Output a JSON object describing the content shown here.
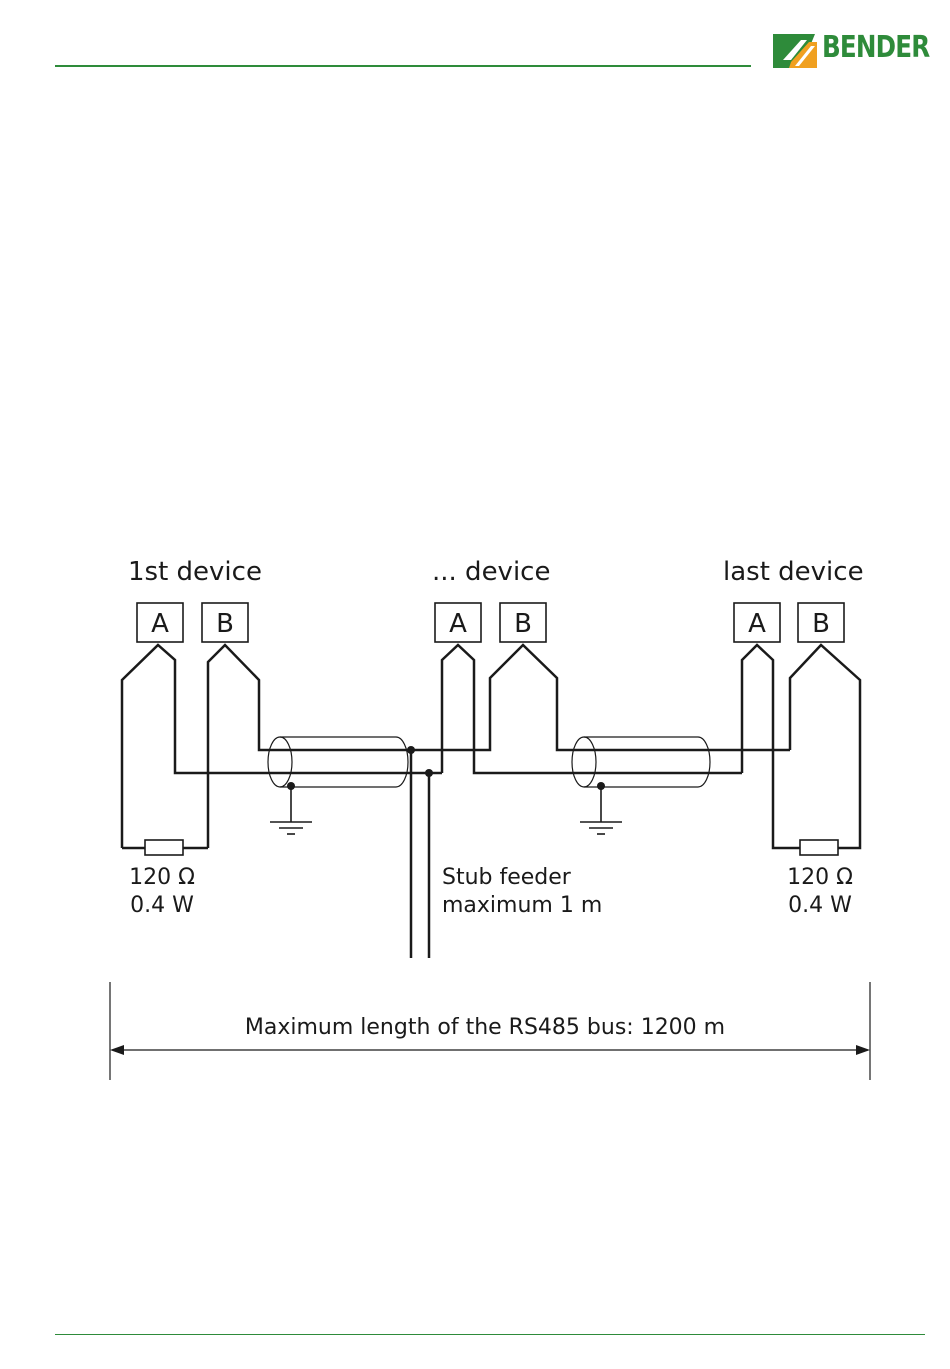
{
  "brand": {
    "name": "BENDER",
    "color": "#2e8b3a",
    "accent": "#f0a020"
  },
  "devices": [
    {
      "label": "1st device",
      "terminals": [
        "A",
        "B"
      ]
    },
    {
      "label": "... device",
      "terminals": [
        "A",
        "B"
      ]
    },
    {
      "label": "last device",
      "terminals": [
        "A",
        "B"
      ]
    }
  ],
  "resistor_left": {
    "resistance": "120 Ω",
    "power": "0.4 W"
  },
  "resistor_right": {
    "resistance": "120 Ω",
    "power": "0.4 W"
  },
  "stub": {
    "line1": "Stub feeder",
    "line2": "maximum 1 m"
  },
  "bus_length": "Maximum length of the RS485 bus: 1200 m"
}
